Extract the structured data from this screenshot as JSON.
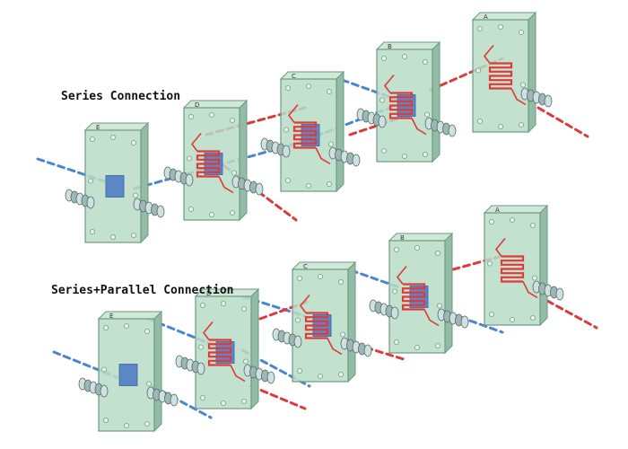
{
  "labels": {
    "series": "Series Connection",
    "series_parallel": "Series+Parallel Connection"
  },
  "colors": {
    "plate_fill": "#b9dcc7",
    "plate_edge": "#6e9a84",
    "plate_side": "#93bca6",
    "blue": "#4a86d0",
    "red": "#dc3b3b",
    "blue_pad": "#5b87c6",
    "red_coil": "#e13838"
  },
  "groups": [
    {
      "id": "series",
      "modules": [
        {
          "letter": "E",
          "type": "blue"
        },
        {
          "letter": "D",
          "type": "mixed"
        },
        {
          "letter": "C",
          "type": "mixed"
        },
        {
          "letter": "B",
          "type": "mixed"
        },
        {
          "letter": "A",
          "type": "red"
        }
      ]
    },
    {
      "id": "series_parallel",
      "modules": [
        {
          "letter": "E",
          "type": "blue"
        },
        {
          "letter": "D",
          "type": "mixed"
        },
        {
          "letter": "C",
          "type": "mixed"
        },
        {
          "letter": "B",
          "type": "mixed"
        },
        {
          "letter": "A",
          "type": "red"
        }
      ]
    }
  ]
}
